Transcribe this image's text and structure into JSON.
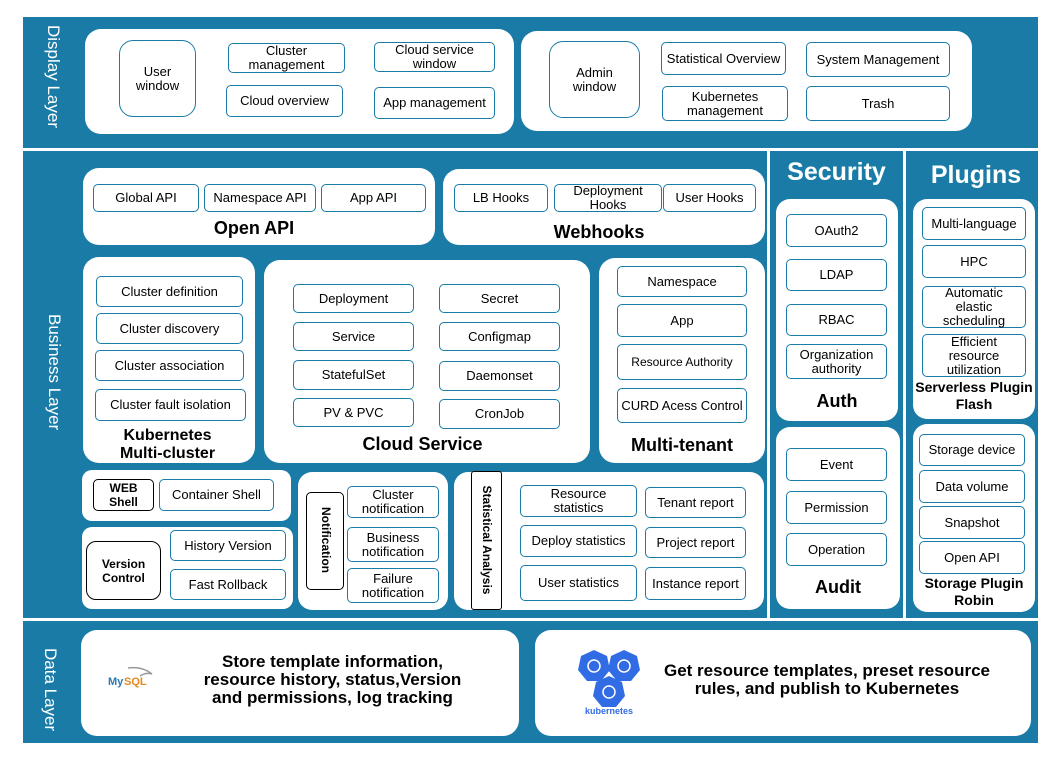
{
  "layers": {
    "display": "Display Layer",
    "business": "Business Layer",
    "data": "Data Layer"
  },
  "display": {
    "user_window": "User window",
    "cluster_management": "Cluster management",
    "cloud_service_window": "Cloud service window",
    "cloud_overview": "Cloud overview",
    "app_management": "App management",
    "admin_window": "Admin window",
    "statistical_overview": "Statistical Overview",
    "system_management": "System Management",
    "kubernetes_management": "Kubernetes management",
    "trash": "Trash"
  },
  "open_api": {
    "title": "Open API",
    "items": [
      "Global API",
      "Namespace API",
      "App API"
    ]
  },
  "webhooks": {
    "title": "Webhooks",
    "items": [
      "LB Hooks",
      "Deployment Hooks",
      "User Hooks"
    ]
  },
  "multicluster": {
    "title": "Kubernetes Multi-cluster",
    "items": [
      "Cluster definition",
      "Cluster discovery",
      "Cluster association",
      "Cluster fault isolation"
    ]
  },
  "cloud_service": {
    "title": "Cloud Service",
    "left": [
      "Deployment",
      "Service",
      "StatefulSet",
      "PV & PVC"
    ],
    "right": [
      "Secret",
      "Configmap",
      "Daemonset",
      "CronJob"
    ]
  },
  "multitenant": {
    "title": "Multi-tenant",
    "items": [
      "Namespace",
      "App",
      "Resource Authority",
      "CURD Acess Control"
    ]
  },
  "shell": {
    "web": "WEB Shell",
    "container": "Container Shell"
  },
  "version": {
    "label": "Version Control",
    "history": "History Version",
    "rollback": "Fast Rollback"
  },
  "notification": {
    "label": "Notification",
    "items": [
      "Cluster notification",
      "Business notification",
      "Failure notification"
    ]
  },
  "statistics": {
    "label": "Statistical Analysis",
    "left": [
      "Resource statistics",
      "Deploy statistics",
      "User statistics"
    ],
    "right": [
      "Tenant report",
      "Project report",
      "Instance report"
    ]
  },
  "security": {
    "title": "Security",
    "auth_title": "Auth",
    "auth_items": [
      "OAuth2",
      "LDAP",
      "RBAC",
      "Organization authority"
    ],
    "audit_title": "Audit",
    "audit_items": [
      "Event",
      "Permission",
      "Operation"
    ]
  },
  "plugins": {
    "title": "Plugins",
    "flash_title": "Serverless Plugin Flash",
    "flash_items": [
      "Multi-language",
      "HPC",
      "Automatic elastic scheduling",
      "Efficient resource utilization"
    ],
    "robin_title": "Storage Plugin Robin",
    "robin_items": [
      "Storage device",
      "Data volume",
      "Snapshot",
      "Open API"
    ]
  },
  "data": {
    "mysql_text": "Store template information, resource history, status,Version and permissions, log tracking",
    "mysql_logo": "MySQL",
    "k8s_text": "Get resource templates, preset resource rules, and publish to Kubernetes",
    "k8s_logo": "kubernetes"
  },
  "colors": {
    "layer": "#1a7ca6",
    "panel": "#ffffff"
  }
}
